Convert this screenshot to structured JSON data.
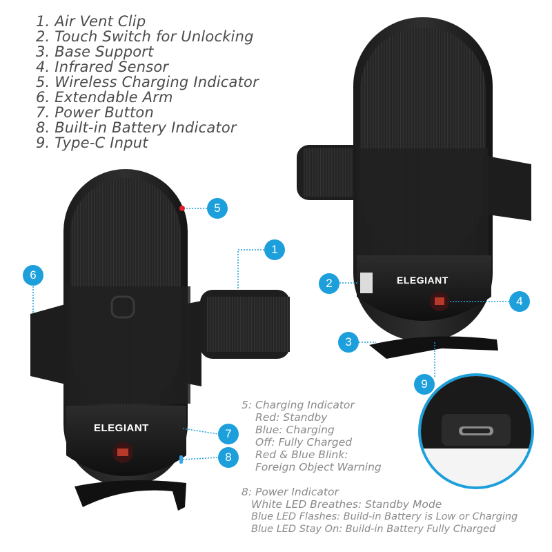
{
  "legend": [
    "1. Air Vent Clip",
    "2. Touch Switch for Unlocking",
    "3. Base Support",
    "4. Infrared Sensor",
    "5. Wireless Charging Indicator",
    "6. Extendable Arm",
    "7. Power Button",
    "8. Built-in Battery Indicator",
    "9. Type-C Input"
  ],
  "badges": [
    "1",
    "2",
    "3",
    "4",
    "5",
    "6",
    "7",
    "8",
    "9"
  ],
  "brand": "ELEGIANT",
  "charging_note": {
    "title": "5: Charging Indicator",
    "lines": [
      "Red: Standby",
      "Blue: Charging",
      "Off: Fully Charged",
      "Red & Blue Blink:",
      "Foreign Object Warning"
    ]
  },
  "power_note": {
    "title": "8: Power Indicator",
    "lines": [
      "White LED Breathes: Standby Mode",
      "Blue LED Flashes: Build-in Battery is Low or Charging",
      "Blue LED Stay On: Build-in Battery Fully Charged"
    ]
  },
  "colors": {
    "accent": "#1c9fdb",
    "body": "#2a2a2a",
    "text": "#4b4b4b",
    "note": "#8a8a8a"
  }
}
